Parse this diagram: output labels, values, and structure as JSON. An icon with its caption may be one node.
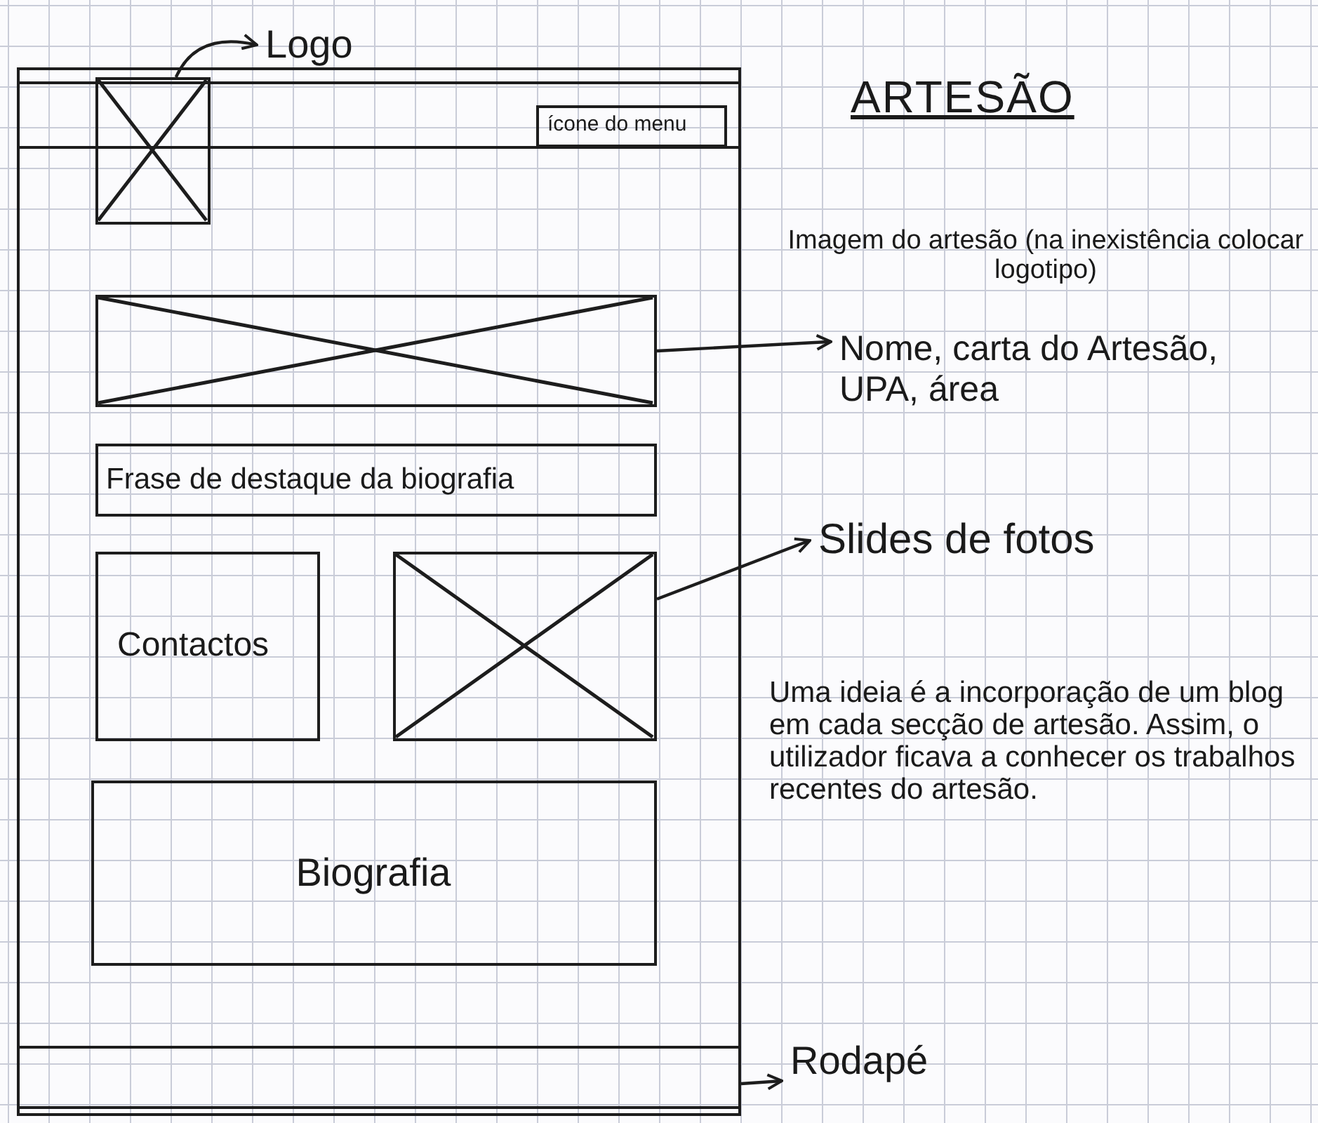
{
  "diagram": {
    "title": "ARTESÃO",
    "nodes": [
      {
        "text": [],
        "shape": "box"
      },
      {
        "text": [],
        "shape": "bar",
        "in": 0
      },
      {
        "text": [
          "ícone do menu"
        ],
        "in": 1
      },
      {
        "text": [],
        "shape": "box",
        "in": 0
      },
      {
        "text": [
          "Logo"
        ]
      },
      {
        "text": [],
        "shape": "box",
        "in": 0
      },
      {
        "text": [
          "Nome, carta do Artesão, UPA, área"
        ]
      },
      {
        "text": [
          "Frase de destaque da biografia"
        ],
        "in": 0
      },
      {
        "text": [
          "Contactos"
        ],
        "in": 0
      },
      {
        "text": [],
        "shape": "box",
        "in": 0
      },
      {
        "text": [
          "Slides de fotos"
        ]
      },
      {
        "text": [
          "Biografia"
        ],
        "in": 0
      },
      {
        "text": [],
        "shape": "bar",
        "in": 0
      },
      {
        "text": [
          "Rodapé"
        ]
      }
    ],
    "edges": [
      {
        "from": 3,
        "to": 4,
        "arrow": "to"
      },
      {
        "from": 5,
        "to": 6,
        "arrow": "to"
      },
      {
        "from": 9,
        "to": 10,
        "arrow": "to"
      },
      {
        "from": 12,
        "to": 13,
        "arrow": "to"
      }
    ],
    "labels": [
      "Imagem do artesão (na inexistência colocar logotipo)",
      "Uma ideia é a incorporação de um blog em cada secção de artesão. Assim, o utilizador ficava a conhecer os trabalhos recentes do artesão."
    ]
  }
}
